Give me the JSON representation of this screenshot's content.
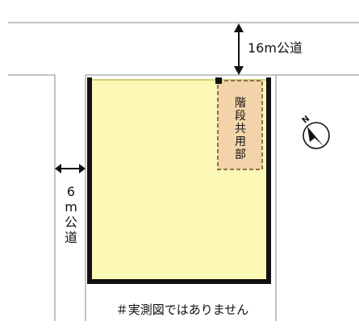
{
  "road_north": {
    "label": "16m公道"
  },
  "road_west": {
    "label_chars": [
      "6",
      "m",
      "公",
      "道"
    ]
  },
  "stair_area": {
    "label_chars": [
      "階",
      "段",
      "共",
      "用",
      "部"
    ]
  },
  "north_marker": {
    "letter": "N",
    "icon": "north-arrow-icon"
  },
  "footnote": {
    "text": "＃実測図ではありません"
  },
  "colors": {
    "lot_fill": "#fbf8b6",
    "stair_fill": "#f3d3a9",
    "stair_border": "#8d7148",
    "boundary": "#111111",
    "road_line": "#8a8a8a"
  }
}
